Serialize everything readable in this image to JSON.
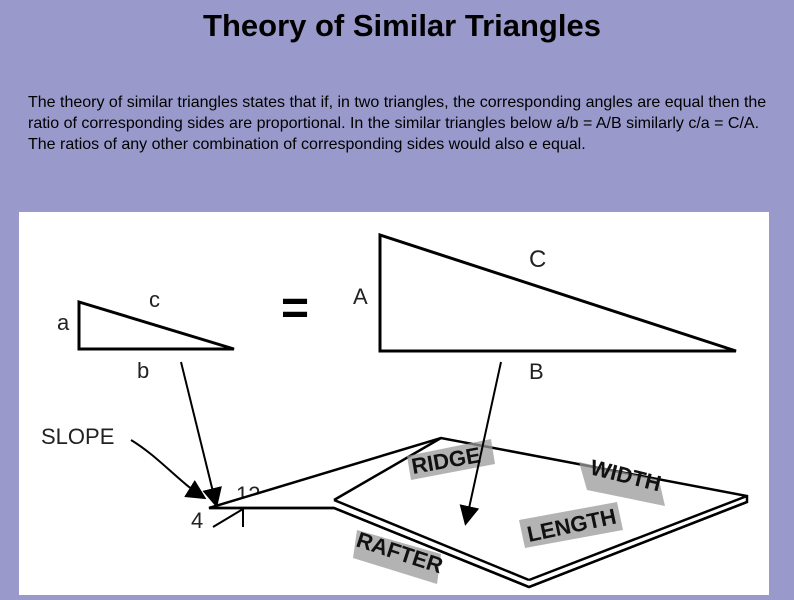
{
  "page": {
    "title": "Theory of Similar Triangles",
    "paragraph": "The theory of similar triangles states that if, in two triangles, the corresponding angles are equal then the ratio of corresponding sides are proportional.  In the similar triangles below a/b = A/B similarly c/a = C/A.  The ratios of any other combination of corresponding sides would also e equal."
  },
  "diagram": {
    "small_triangle": {
      "side_a": "a",
      "side_b": "b",
      "side_c": "c"
    },
    "equals_sign": "=",
    "large_triangle": {
      "side_a": "A",
      "side_b": "B",
      "side_c": "C"
    },
    "roof": {
      "slope_label": "SLOPE",
      "rise": "12",
      "run": "4",
      "ridge_label": "RIDGE",
      "width_label": "WIDTH",
      "length_label": "LENGTH",
      "rafter_label": "RAFTER"
    }
  },
  "colors": {
    "background": "#9999cc",
    "figure_background": "#ffffff",
    "label_shadow": "#9a9a9a"
  }
}
